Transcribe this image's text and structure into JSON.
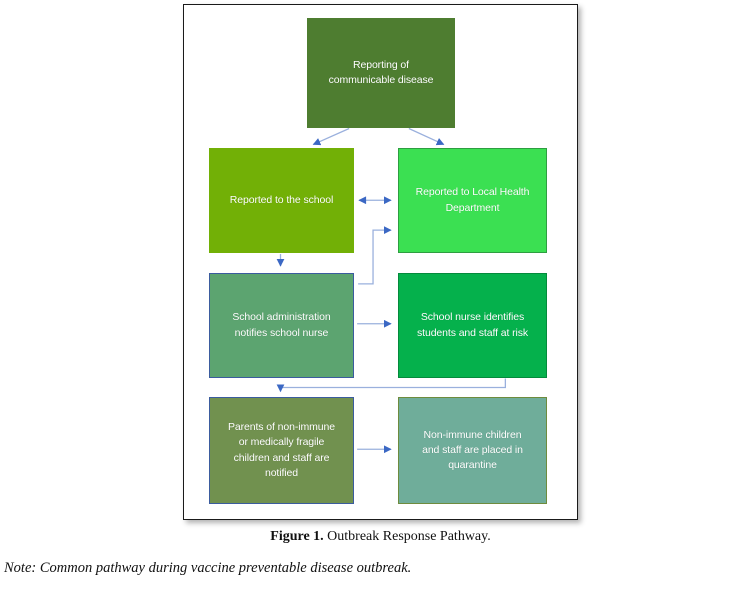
{
  "figure": {
    "caption_label": "Figure 1.",
    "caption_text": " Outbreak Response Pathway.",
    "note": "Note: Common pathway during vaccine preventable disease outbreak."
  },
  "colors": {
    "frame_border": "#1a1a1a",
    "arrow": "#9AB0DD",
    "arrow_head": "#3B68C4",
    "reporting": "#4E7D30",
    "school": "#72B006",
    "health_dept": "#3BE052",
    "admin_notifies": "#5CA470",
    "nurse_identifies": "#05B14C",
    "parents_notified": "#71914F",
    "quarantine": "#6FAD9A"
  },
  "chart_data": {
    "type": "diagram",
    "title": "Outbreak Response Pathway",
    "nodes": [
      {
        "id": "reporting",
        "label": "Reporting of communicable disease",
        "row": 1,
        "col": "center",
        "fill": "#4E7D30"
      },
      {
        "id": "school",
        "label": "Reported to the school",
        "row": 2,
        "col": "left",
        "fill": "#72B006"
      },
      {
        "id": "health_dept",
        "label": "Reported to Local Health Department",
        "row": 2,
        "col": "right",
        "fill": "#3BE052"
      },
      {
        "id": "admin_notifies",
        "label": "School administration notifies school nurse",
        "row": 3,
        "col": "left",
        "fill": "#5CA470"
      },
      {
        "id": "nurse_identifies",
        "label": "School nurse identifies students and staff at risk",
        "row": 3,
        "col": "right",
        "fill": "#05B14C"
      },
      {
        "id": "parents_notified",
        "label": "Parents of non-immune or medically fragile children and staff are notified",
        "row": 4,
        "col": "left",
        "fill": "#71914F"
      },
      {
        "id": "quarantine",
        "label": "Non-immune children and staff are placed in quarantine",
        "row": 4,
        "col": "right",
        "fill": "#6FAD9A"
      }
    ],
    "edges": [
      {
        "from": "reporting",
        "to": "school",
        "style": "diagonal",
        "direction": "one-way"
      },
      {
        "from": "reporting",
        "to": "health_dept",
        "style": "diagonal",
        "direction": "one-way"
      },
      {
        "from": "school",
        "to": "health_dept",
        "style": "straight",
        "direction": "two-way"
      },
      {
        "from": "school",
        "to": "admin_notifies",
        "style": "vertical",
        "direction": "one-way"
      },
      {
        "from": "admin_notifies",
        "to": "nurse_identifies",
        "style": "horizontal",
        "direction": "one-way"
      },
      {
        "from": "admin_notifies",
        "to": "health_dept",
        "style": "elbow-up",
        "direction": "one-way"
      },
      {
        "from": "nurse_identifies",
        "to": "parents_notified",
        "style": "elbow-down",
        "direction": "one-way"
      },
      {
        "from": "parents_notified",
        "to": "quarantine",
        "style": "horizontal",
        "direction": "one-way"
      }
    ]
  },
  "nodes": {
    "reporting": {
      "line1": "Reporting of",
      "line2": "communicable disease"
    },
    "school": {
      "line1": "Reported to the school"
    },
    "health_dept": {
      "line1": "Reported to Local Health",
      "line2": "Department"
    },
    "admin_notifies": {
      "line1": "School administration",
      "line2": "notifies school nurse"
    },
    "nurse_identifies": {
      "line1": "School nurse identifies",
      "line2": "students and staff at risk"
    },
    "parents_notified": {
      "line1": "Parents of non-immune",
      "line2": "or medically fragile",
      "line3": "children and staff are",
      "line4": "notified"
    },
    "quarantine": {
      "line1": "Non-immune children",
      "line2": "and staff are placed in",
      "line3": "quarantine"
    }
  }
}
